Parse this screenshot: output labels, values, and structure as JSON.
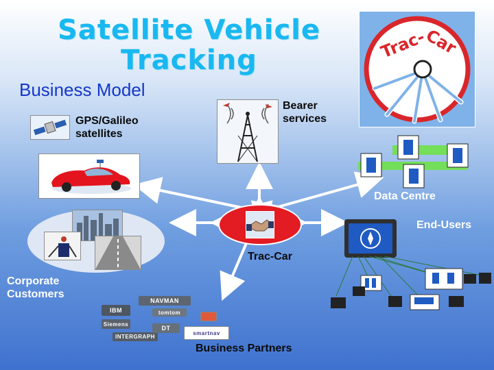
{
  "slide": {
    "title_line1": "Satellite Vehicle",
    "title_line2": "Tracking",
    "subtitle": "Business Model"
  },
  "logo": {
    "text_left": "Trac-",
    "text_right": "Car",
    "ring_color": "#d9262b",
    "background_color": "#7fb2e8"
  },
  "nodes": {
    "satellites_label": "GPS/Galileo satellites",
    "bearer_label": "Bearer services",
    "data_centre_label": "Data Centre",
    "end_users_label": "End-Users",
    "hub_label": "Trac-Car",
    "corporate_label": "Corporate Customers",
    "partners_label": "Business Partners"
  },
  "partner_logos": [
    "IBM",
    "NAVMAN",
    "tomtom",
    "Siemens",
    "INTERGRAPH",
    "DT",
    "smartnav"
  ],
  "colors": {
    "title": "#19b8f0",
    "subtitle": "#1537c8",
    "hub": "#e31b23",
    "arrow": "#ffffff"
  }
}
